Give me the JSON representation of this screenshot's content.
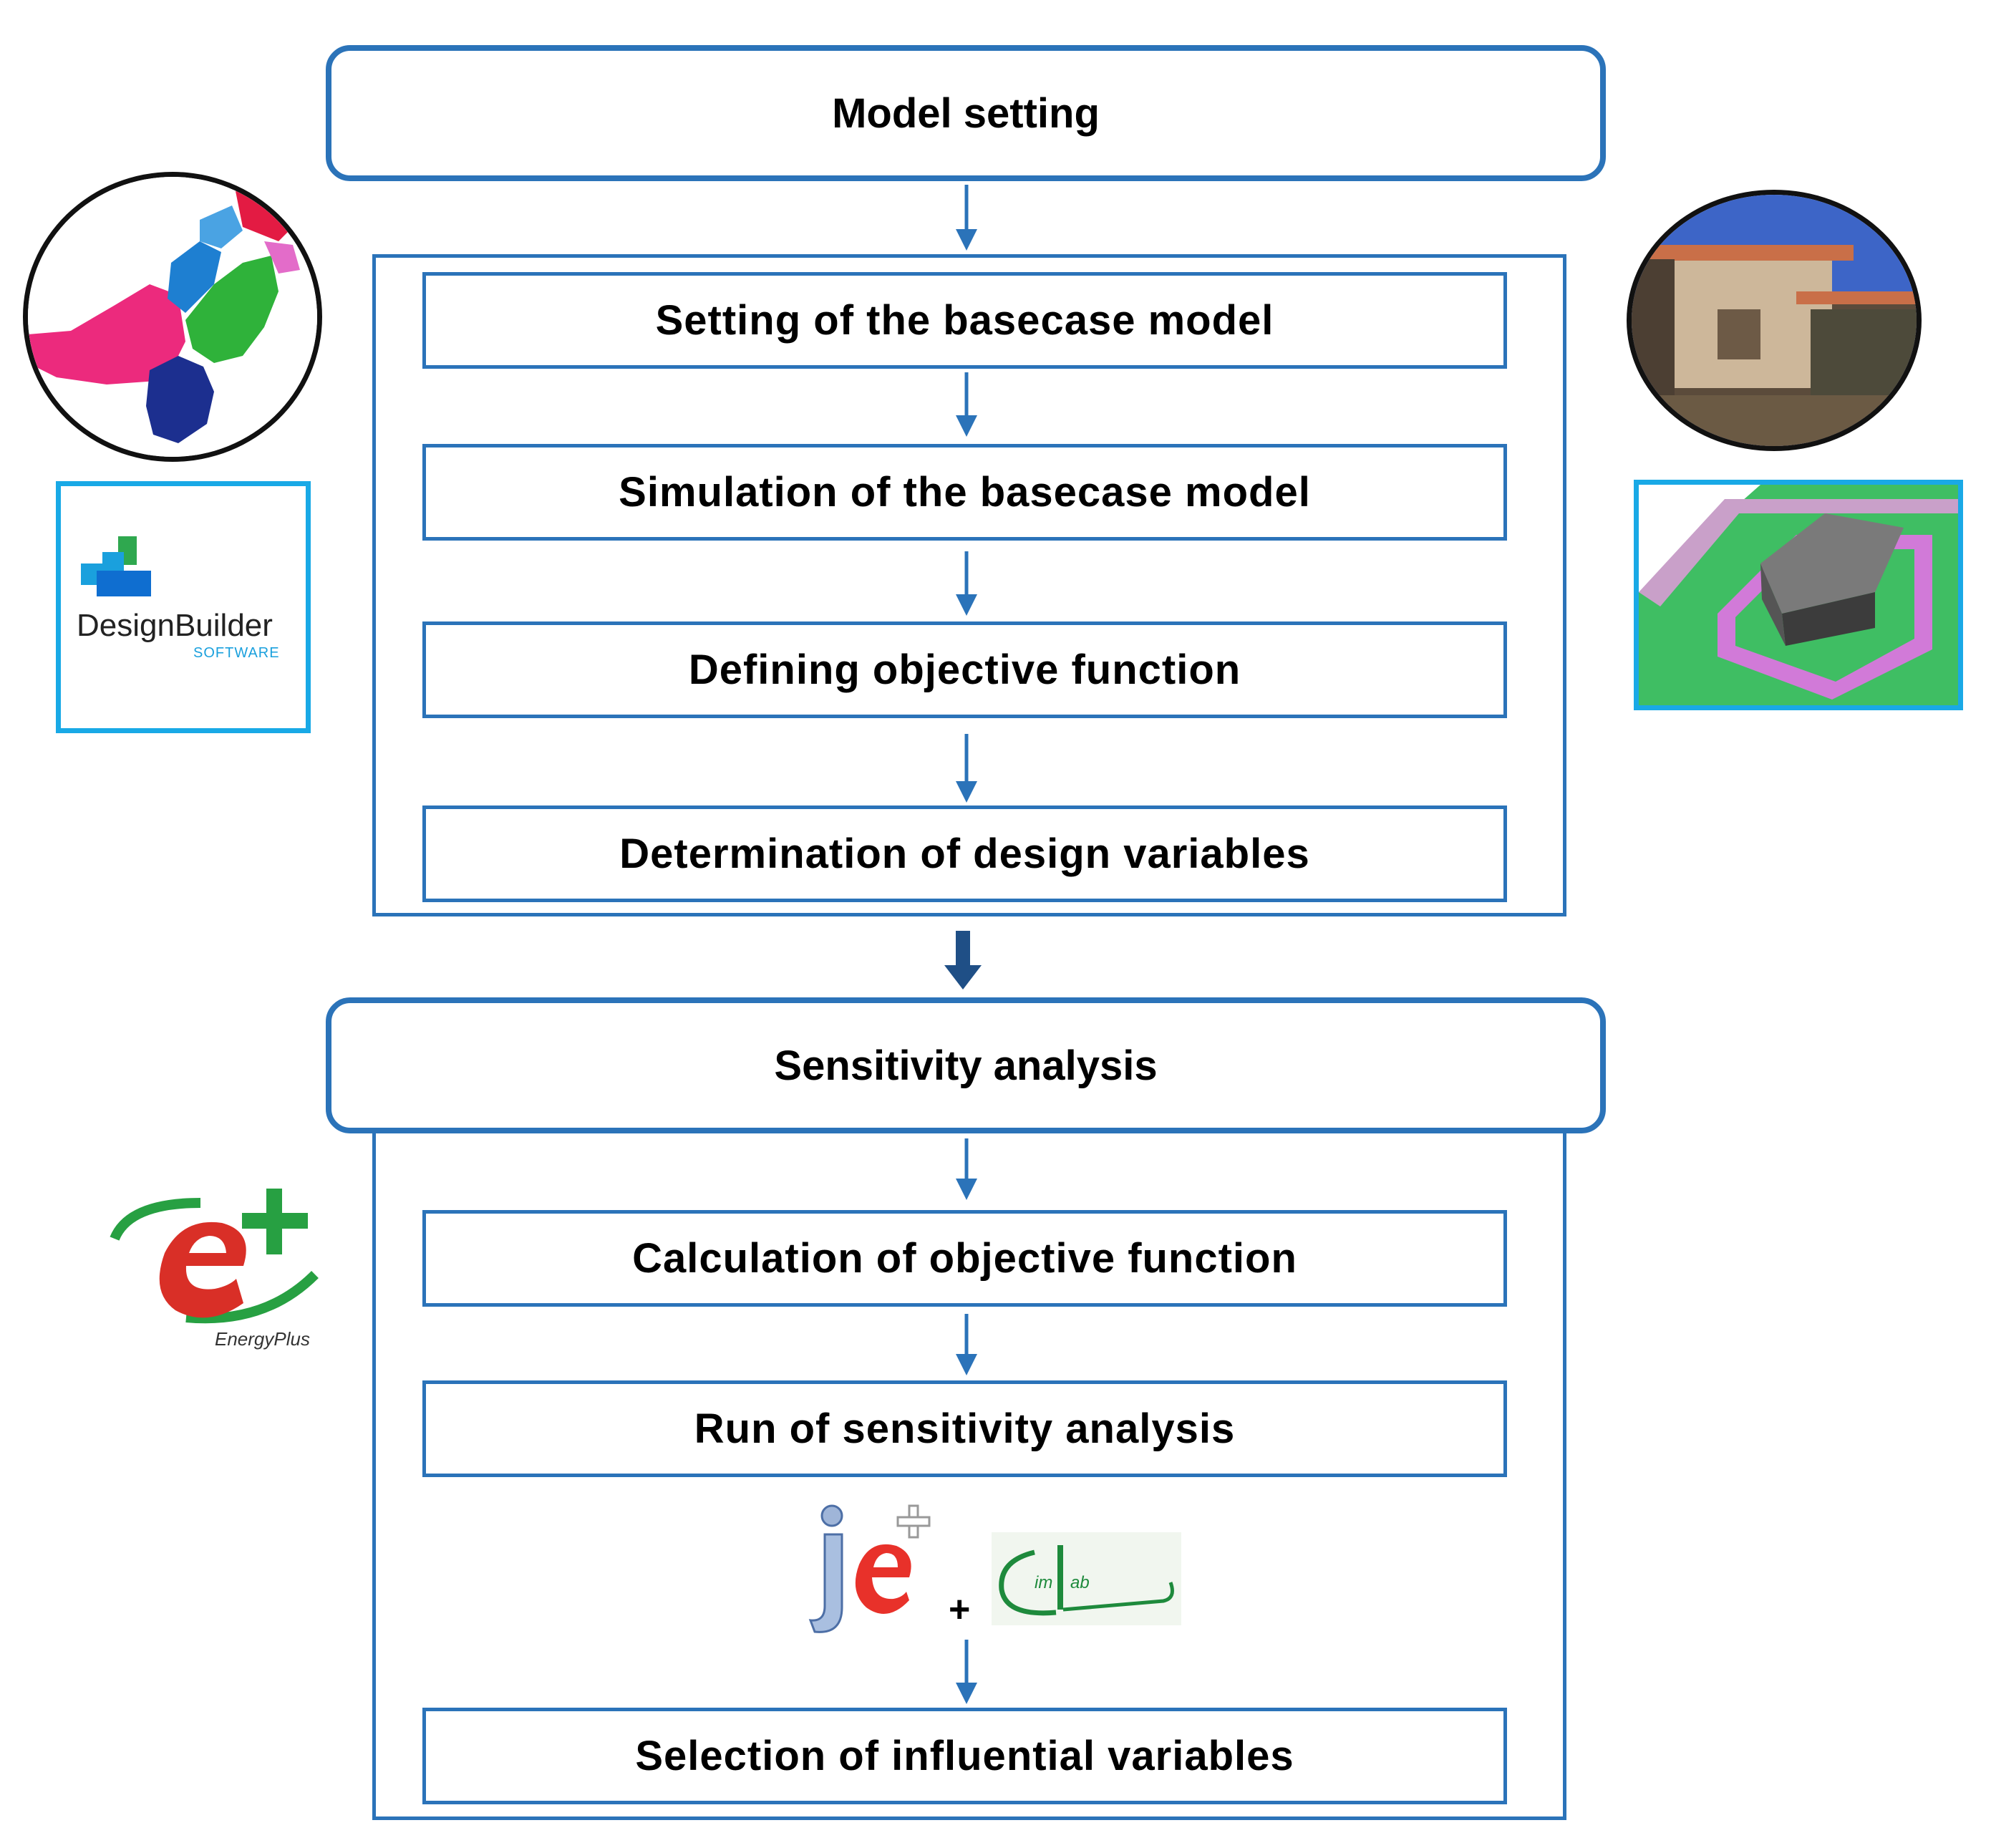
{
  "header1": {
    "label": "Model setting"
  },
  "group1": {
    "steps": [
      "Setting of the basecase model",
      "Simulation of the basecase model",
      "Defining objective function",
      "Determination of design variables"
    ]
  },
  "header2": {
    "label": "Sensitivity analysis"
  },
  "group2": {
    "steps": [
      "Calculation of objective function",
      "Run of sensitivity analysis",
      "Selection of influential variables"
    ],
    "plus_sign": "+"
  },
  "logos": {
    "designbuilder": {
      "name": "DesignBuilder",
      "sub": "SOFTWARE"
    },
    "energyplus": {
      "name": "EnergyPlus"
    },
    "jeplus": {
      "name": "je+"
    },
    "simlab": {
      "name": "Simlab"
    }
  },
  "colors": {
    "box_border": "#2b73b9",
    "arrow": "#2b73b9",
    "thick_arrow": "#1f4f86"
  }
}
